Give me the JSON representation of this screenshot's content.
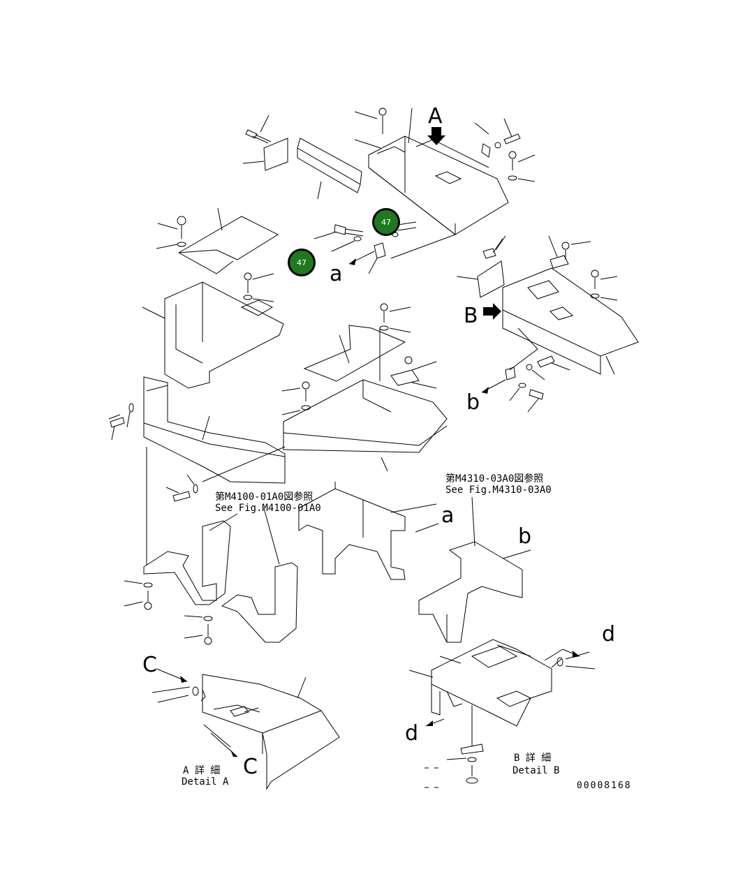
{
  "diagram": {
    "callouts": [
      {
        "number": "47",
        "color": "#1f7a1f"
      },
      {
        "number": "47",
        "color": "#1f7a1f"
      }
    ],
    "letters": {
      "A_top": "A",
      "B_side": "B",
      "a1": "a",
      "a2": "a",
      "b1": "b",
      "b2": "b",
      "c1": "C",
      "c2": "C",
      "d1": "d",
      "d2": "d"
    },
    "refs": {
      "m4310_jp": "第M4310-03A0図参照",
      "m4310_en": "See Fig.M4310-03A0",
      "m4100_jp": "第M4100-01A0図参照",
      "m4100_en": "See Fig.M4100-01A0"
    },
    "details": {
      "a_jp": "A 詳 細",
      "a_en": "Detail A",
      "b_jp": "B 詳 細",
      "b_en": "Detail B"
    },
    "drawing_number": "00008168"
  }
}
